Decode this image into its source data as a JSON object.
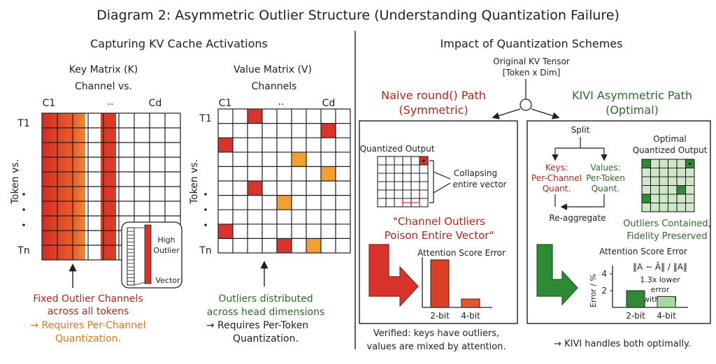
{
  "title": "Diagram 2: Asymmetric Outlier Structure (Understanding Quantization Failure)",
  "left_panel": {
    "title": "Capturing KV Cache Activations",
    "key_matrix": {
      "title": "Key Matrix (K)",
      "subtitle": "Channel vs.",
      "col_labels": [
        "C1",
        "..",
        "Cd"
      ],
      "row_labels": [
        "T1",
        "Tn"
      ],
      "y_label": "Token vs.",
      "inset": {
        "high": "High",
        "outlier": "Outlier",
        "vector": "Vector"
      },
      "caption_1": "Fixed Outlier Channels",
      "caption_2": "across all tokens",
      "caption_3": "→ Requires Per-Channel",
      "caption_4": "Quantization."
    },
    "value_matrix": {
      "title": "Value Matrix (V)",
      "subtitle": "Channels",
      "col_labels": [
        "C1",
        "..",
        "Cd"
      ],
      "row_labels": [
        "T1",
        "Tn"
      ],
      "y_label": "Token vs.",
      "caption_1": "Outliers distributed",
      "caption_2": "across head dimensions",
      "caption_3": "→ Requires Per-Token",
      "caption_4": "Quantization."
    }
  },
  "right_panel": {
    "title": "Impact of Quantization Schemes",
    "source_1": "Original KV Tensor",
    "source_2": "[Token x Dim]",
    "naive": {
      "title_1": "Naive round() Path",
      "title_2": "(Symmetric)",
      "output_label": "Quantized Output",
      "collapse_1": "Collapsing",
      "collapse_2": "entire vector",
      "quote_1": "\"Channel Outliers",
      "quote_2": "Poison Entire Vector\"",
      "chart_title": "Attention Score Error"
    },
    "kivi": {
      "title_1": "KIVI Asymmetric Path",
      "title_2": "(Optimal)",
      "split": "Split",
      "keys_1": "Keys:",
      "keys_2": "Per-Channel",
      "keys_3": "Quant.",
      "values_1": "Values:",
      "values_2": "Per-Token",
      "values_3": "Quant.",
      "reaggregate": "Re-aggregate",
      "output_1": "Optimal",
      "output_2": "Quantized Output",
      "contained_1": "Outliers Contained,",
      "contained_2": "Fidelity Preserved",
      "chart_title": "Attention Score Error",
      "formula": "‖A − Â‖ / ‖A‖",
      "note_1": "1.3x lower",
      "note_2": "error",
      "note_3": "with KIVI",
      "y_label": "Error / %"
    },
    "verified_1": "Verified: keys have outliers,",
    "verified_2": "values are mixed by attention.",
    "handles": "→ KIVI handles both optimally."
  },
  "chart_data": [
    {
      "type": "bar",
      "title": "Attention Score Error",
      "categories": [
        "2-bit",
        "4-bit"
      ],
      "values": [
        8.5,
        1.5
      ],
      "ylabel": ""
    },
    {
      "type": "bar",
      "title": "Attention Score Error",
      "categories": [
        "2-bit",
        "4-bit"
      ],
      "values": [
        2.0,
        1.3
      ],
      "yticks": [
        "2",
        "4"
      ],
      "ylabel": "Error / %"
    }
  ],
  "colors": {
    "red": "#d8342c",
    "orange": "#f2a033",
    "green": "#2f8a35",
    "light_green": "#a7d9a0"
  }
}
